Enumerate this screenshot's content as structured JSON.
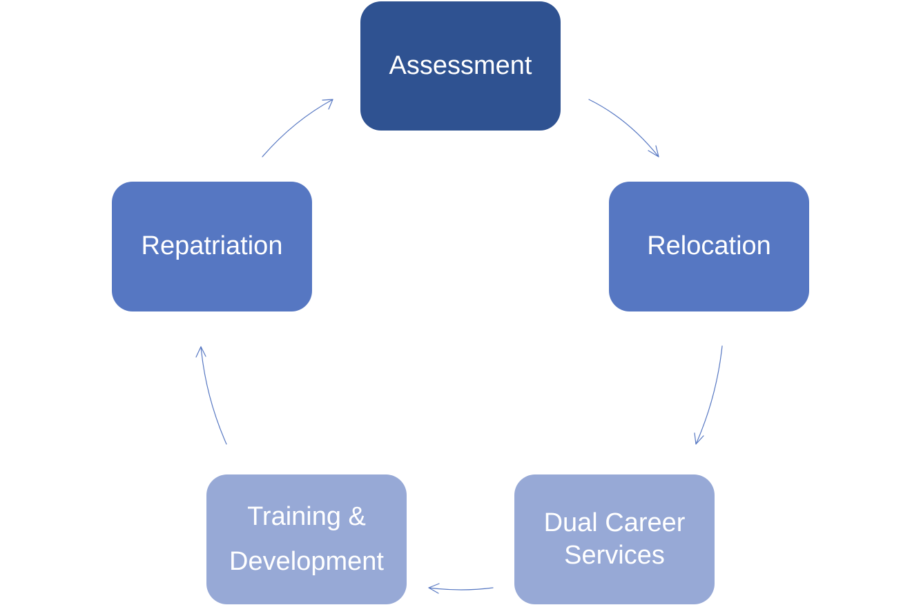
{
  "diagram": {
    "type": "cycle",
    "nodes": [
      {
        "id": "assessment",
        "lines": [
          "Assessment"
        ],
        "fill": "#2f5291"
      },
      {
        "id": "relocation",
        "lines": [
          "Relocation"
        ],
        "fill": "#5677c2"
      },
      {
        "id": "dual",
        "lines": [
          "Dual Career",
          "Services"
        ],
        "fill": "#97a9d6"
      },
      {
        "id": "training",
        "lines": [
          "Training &",
          "Development"
        ],
        "fill": "#97a9d6"
      },
      {
        "id": "repatriation",
        "lines": [
          "Repatriation"
        ],
        "fill": "#5677c2"
      }
    ],
    "edges": [
      {
        "from": "assessment",
        "to": "relocation"
      },
      {
        "from": "relocation",
        "to": "dual"
      },
      {
        "from": "dual",
        "to": "training"
      },
      {
        "from": "training",
        "to": "repatriation"
      },
      {
        "from": "repatriation",
        "to": "assessment"
      }
    ],
    "arrow_color": "#5677c2"
  }
}
